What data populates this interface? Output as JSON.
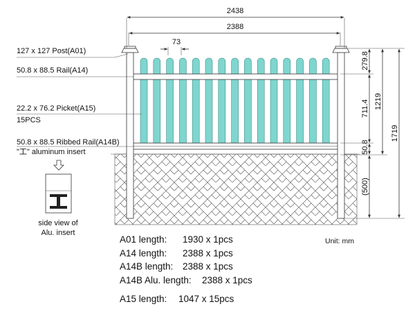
{
  "dimensions": {
    "overall_width": "2438",
    "post_spacing": "2388",
    "picket_spacing": "73",
    "top_height": "279.8",
    "middle_height": "711.4",
    "fence_height": "1219",
    "total_height": "1719",
    "rail_height": "50.8",
    "buried_depth": "(500)"
  },
  "labels": {
    "post": "127 x 127 Post(A01)",
    "rail": "50.8 x 88.5 Rail(A14)",
    "picket": "22.2 x 76.2 Picket(A15)",
    "picket_count": "15PCS",
    "ribbed_rail": "50.8 x 88.5 Ribbed  Rail(A14B)",
    "insert": "\"工\" aluminum insert",
    "side_view_line1": "side view of",
    "side_view_line2": "Alu. insert",
    "unit": "Unit: mm"
  },
  "parts_list": [
    {
      "name": "A01 length:",
      "value": "1930 x 1pcs"
    },
    {
      "name": "A14 length:",
      "value": "2388 x 1pcs"
    },
    {
      "name": "A14B length:",
      "value": "2388 x 1pcs"
    },
    {
      "name": "A14B Alu. length:",
      "value": "2388 x 1pcs"
    },
    {
      "name": "A15 length:",
      "value": "1047 x 15pcs"
    }
  ],
  "colors": {
    "picket": "#7fd6cf",
    "line": "#333333"
  }
}
